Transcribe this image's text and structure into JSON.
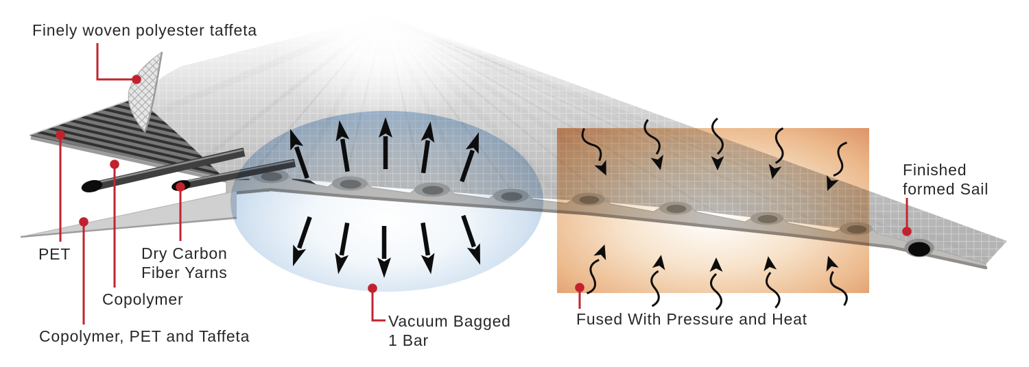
{
  "diagram": {
    "type": "sail-lamination-process",
    "labels": {
      "taffeta": "Finely woven polyester taffeta",
      "pet": "PET",
      "dry_carbon_line1": "Dry Carbon",
      "dry_carbon_line2": "Fiber Yarns",
      "copolymer": "Copolymer",
      "base_layers": "Copolymer, PET and Taffeta",
      "vacuum_line1": "Vacuum Bagged",
      "vacuum_line2": "1 Bar",
      "fused": "Fused With Pressure and Heat",
      "finished_line1": "Finished",
      "finished_line2": "formed Sail"
    },
    "colors": {
      "leader_red": "#c1232e",
      "text": "#2a2627",
      "vacuum_blue": "#abc8e5",
      "heat_orange": "#dd9265",
      "fabric_gray": "#bdbdbd",
      "carbon_black": "#0c0c0c",
      "membrane_gray": "#bfbdba"
    }
  }
}
